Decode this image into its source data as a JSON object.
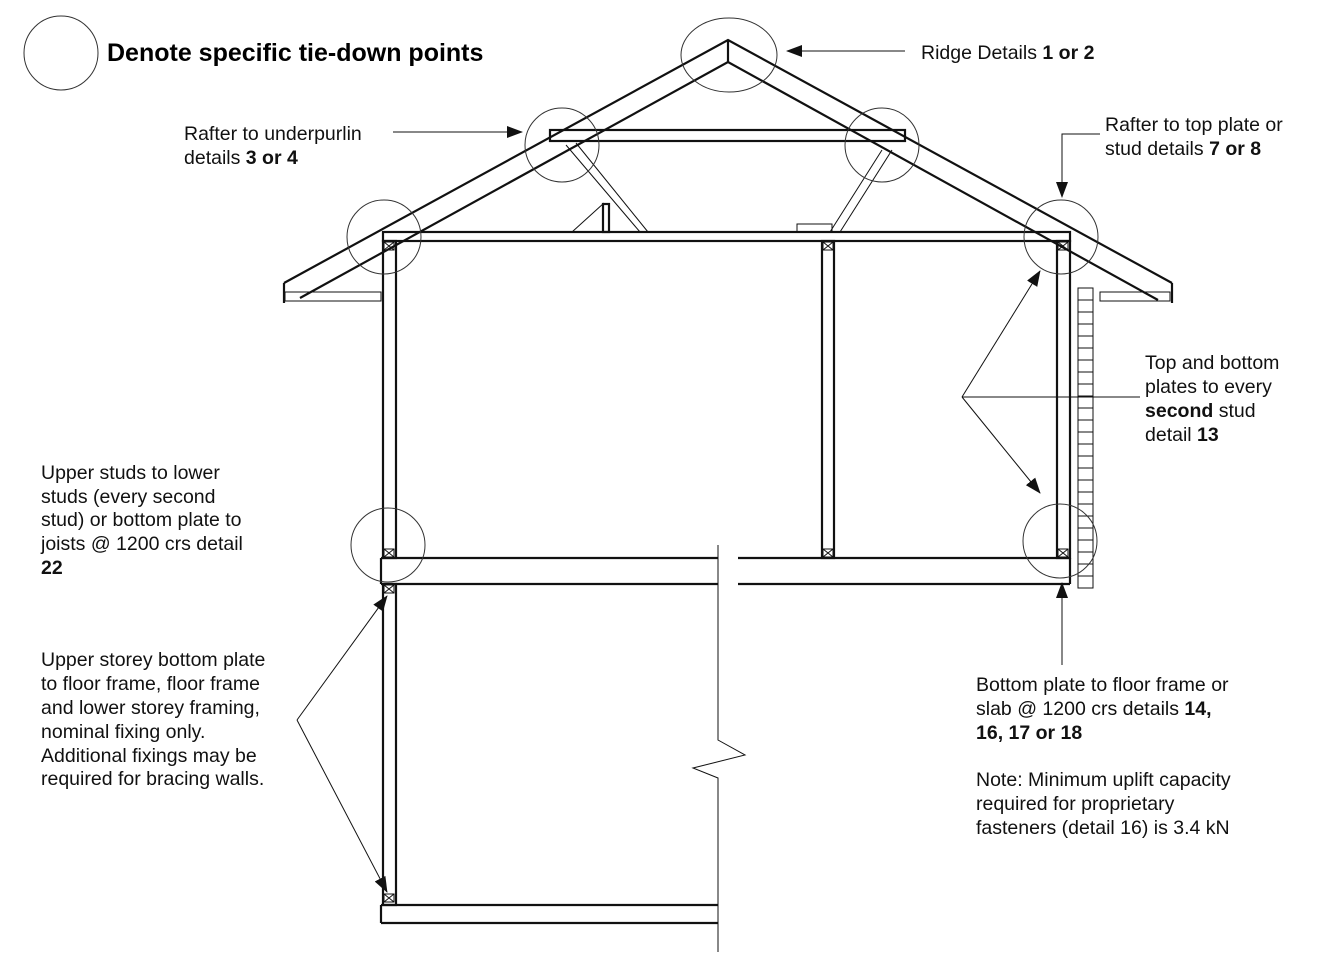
{
  "legend": {
    "text": "Denote specific tie-down points"
  },
  "labels": {
    "ridge": {
      "text": "Ridge Details ",
      "bold": "1 or 2"
    },
    "underpurlin": {
      "line1": "Rafter to underpurlin",
      "line2": "details ",
      "bold": "3 or 4"
    },
    "top_plate": {
      "line1": "Rafter to top plate or",
      "line2": "stud details ",
      "bold": "7 or 8"
    },
    "plates": {
      "line1": "Top and bottom",
      "line2": "plates to every",
      "bold3": "second",
      "line3": " stud",
      "line4": "detail ",
      "bold4": "13"
    },
    "upper_studs": {
      "line1": "Upper studs to lower",
      "line2": "studs (every second",
      "line3": "stud) or bottom plate to",
      "line4": "joists @ 1200 crs detail",
      "bold5": "22"
    },
    "upper_storey": {
      "line1": "Upper storey bottom plate",
      "line2": "to floor frame, floor frame",
      "line3": "and lower storey framing,",
      "line4": "nominal fixing only.",
      "line5": "Additional fixings may be",
      "line6": "required for bracing walls."
    },
    "bottom_plate": {
      "line1": "Bottom plate to floor frame or",
      "line2": "slab @ 1200 crs details ",
      "bold2": "14,",
      "bold3": "16, 17 or 18"
    },
    "note": {
      "line1": "Note: Minimum uplift capacity",
      "line2": "required for proprietary",
      "line3": "fasteners (detail 16) is 3.4 kN"
    }
  }
}
